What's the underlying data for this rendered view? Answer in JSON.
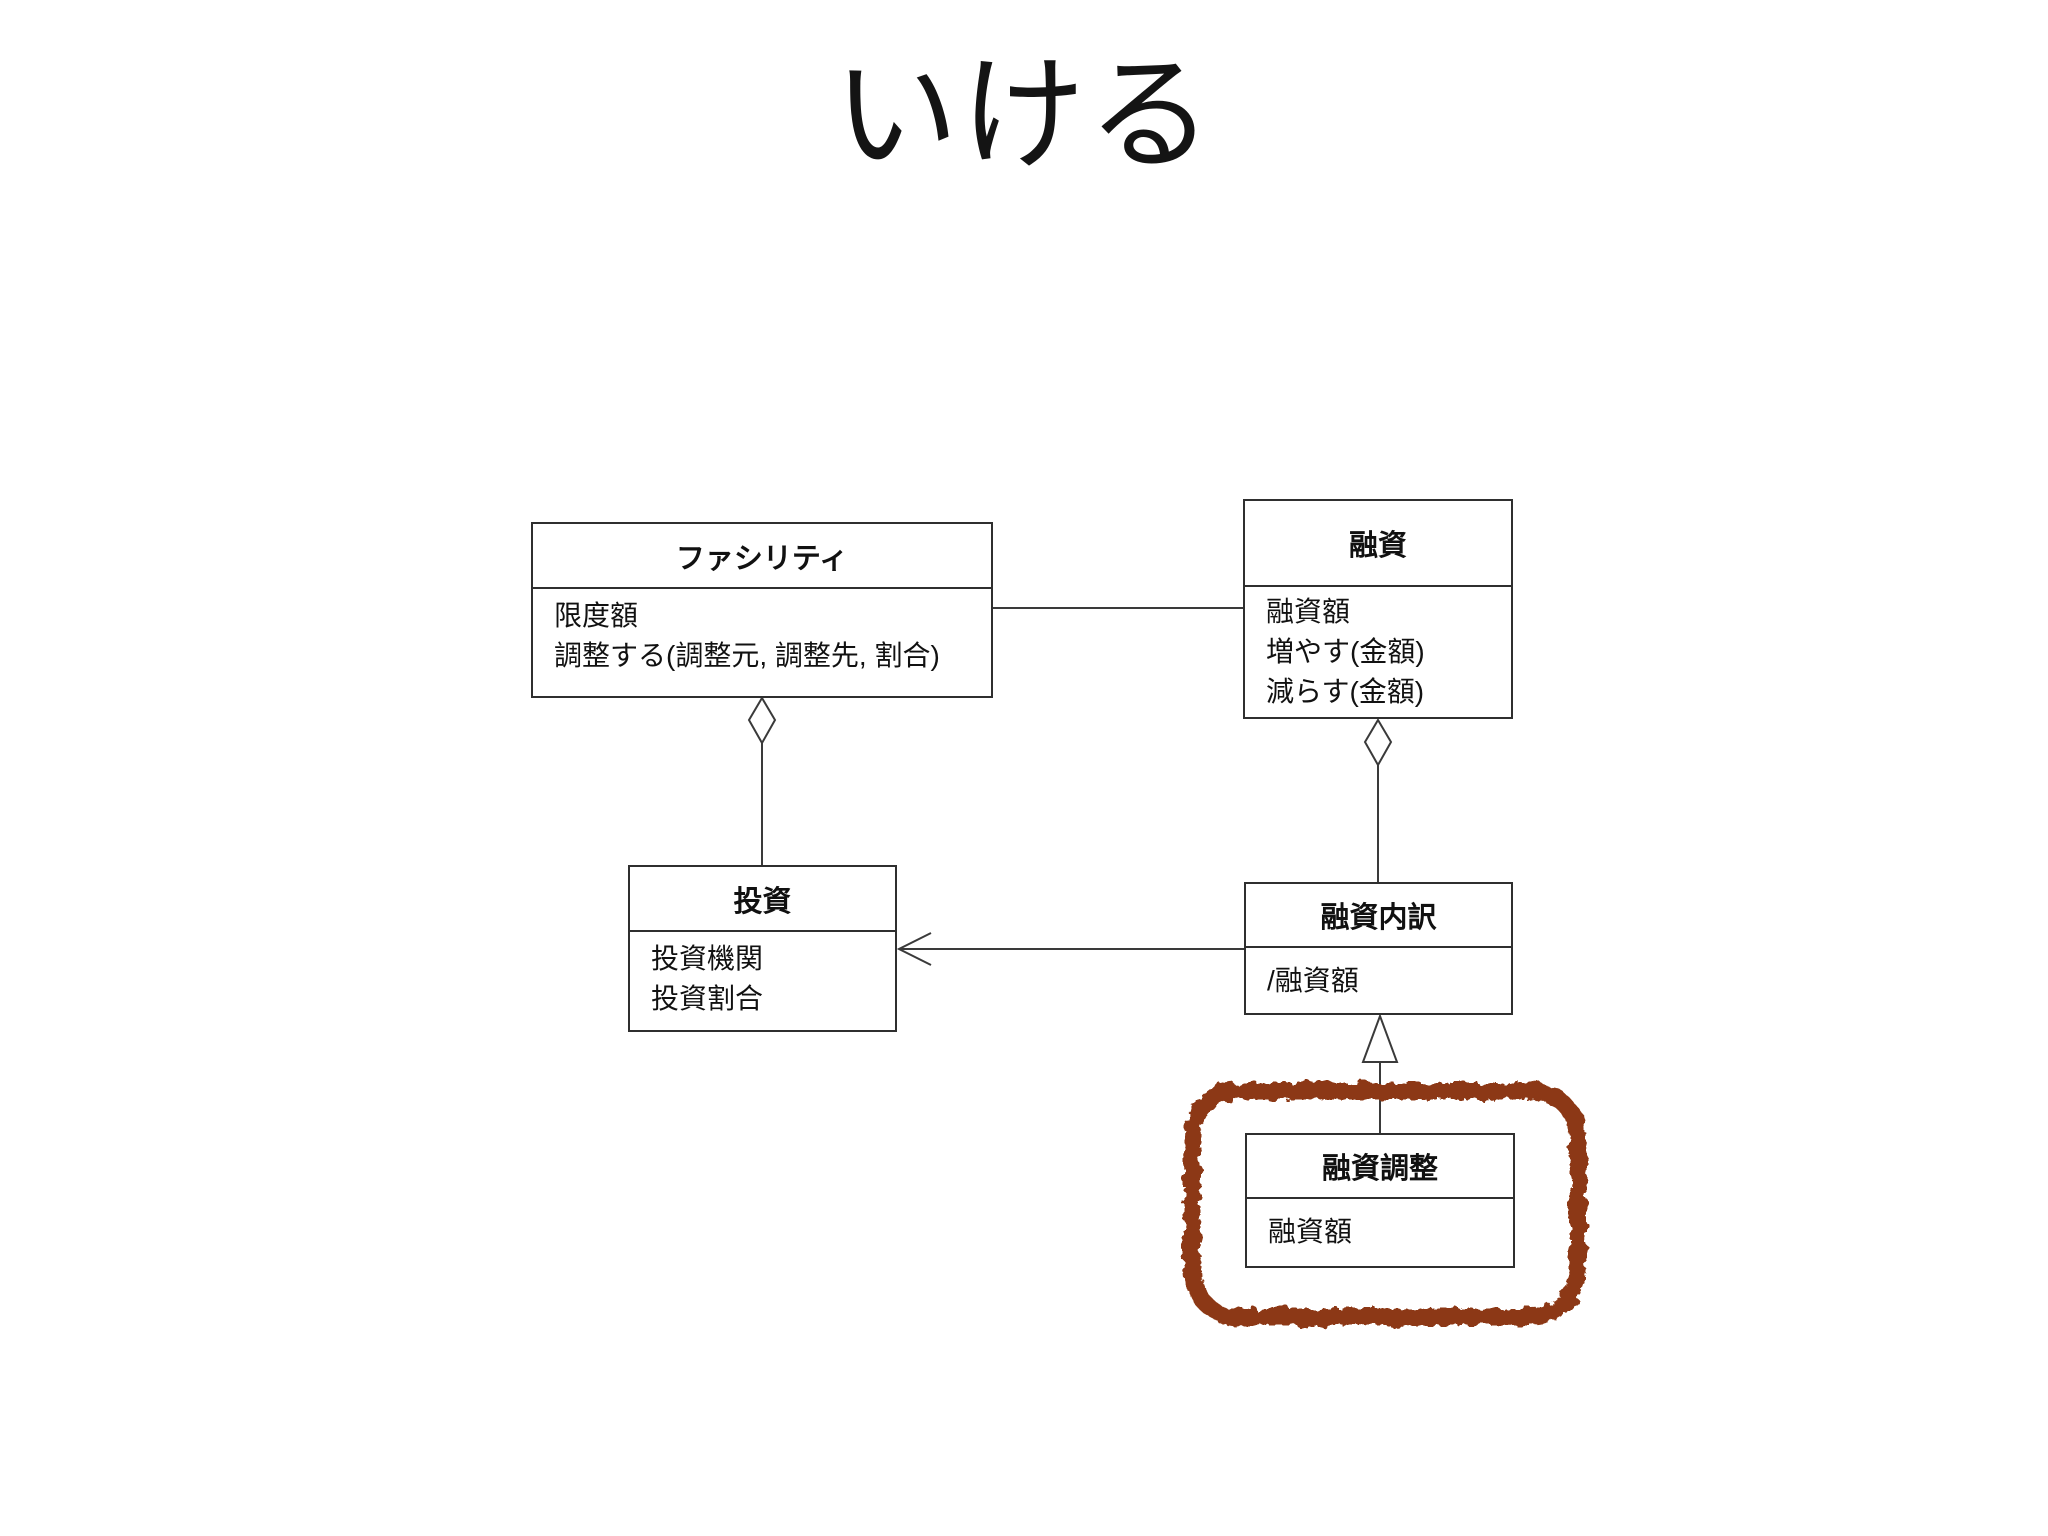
{
  "slide": {
    "title": "いける"
  },
  "diagram": {
    "classes": {
      "facility": {
        "name": "ファシリティ",
        "attributes": [
          "限度額",
          "調整する(調整元, 調整先, 割合)"
        ]
      },
      "loan": {
        "name": "融資",
        "attributes": [
          "融資額",
          "増やす(金額)",
          "減らす(金額)"
        ]
      },
      "investment": {
        "name": "投資",
        "attributes": [
          "投資機関",
          "投資割合"
        ]
      },
      "loan_breakdown": {
        "name": "融資内訳",
        "attributes": [
          "/融資額"
        ]
      },
      "loan_adjustment": {
        "name": "融資調整",
        "attributes": [
          "融資額"
        ]
      }
    },
    "relations": [
      {
        "type": "association",
        "from": "ファシリティ",
        "to": "融資"
      },
      {
        "type": "aggregation",
        "whole": "ファシリティ",
        "part": "投資"
      },
      {
        "type": "aggregation",
        "whole": "融資",
        "part": "融資内訳"
      },
      {
        "type": "directed-association",
        "from": "融資内訳",
        "to": "投資"
      },
      {
        "type": "generalization",
        "parent": "融資内訳",
        "child": "融資調整"
      }
    ],
    "highlight": {
      "target": "融資調整",
      "color": "#8C3712",
      "style": "hand-drawn rounded rectangle"
    }
  }
}
